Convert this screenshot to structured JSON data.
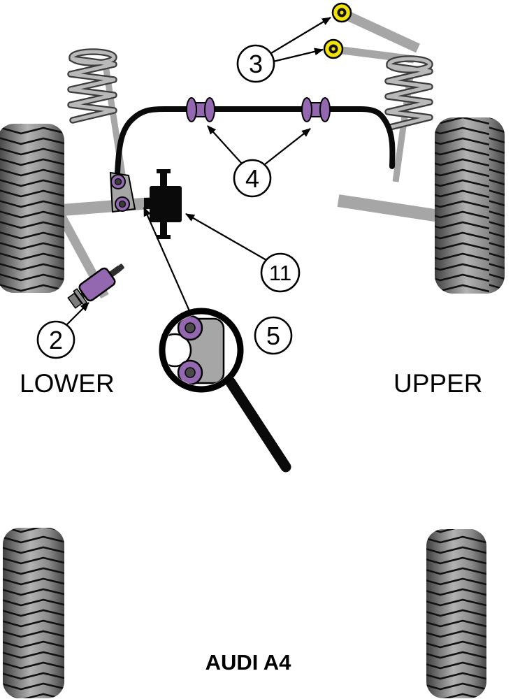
{
  "diagram": {
    "model_label": "AUDI A4",
    "position_labels": {
      "lower": "LOWER",
      "upper": "UPPER"
    },
    "callouts": {
      "lower_arm_front_bush": "2",
      "upper_arm_bushes": "3",
      "anti_roll_bar_bushes": "4",
      "lower_arm_rear_bush_detail": "5",
      "engine_mount": "11"
    },
    "colors": {
      "bush_purple": "#9468b0",
      "bush_yellow": "#f2e20c",
      "metal_gray": "#a6a6a6",
      "line_black": "#0a0a0a",
      "background": "#ffffff"
    }
  }
}
